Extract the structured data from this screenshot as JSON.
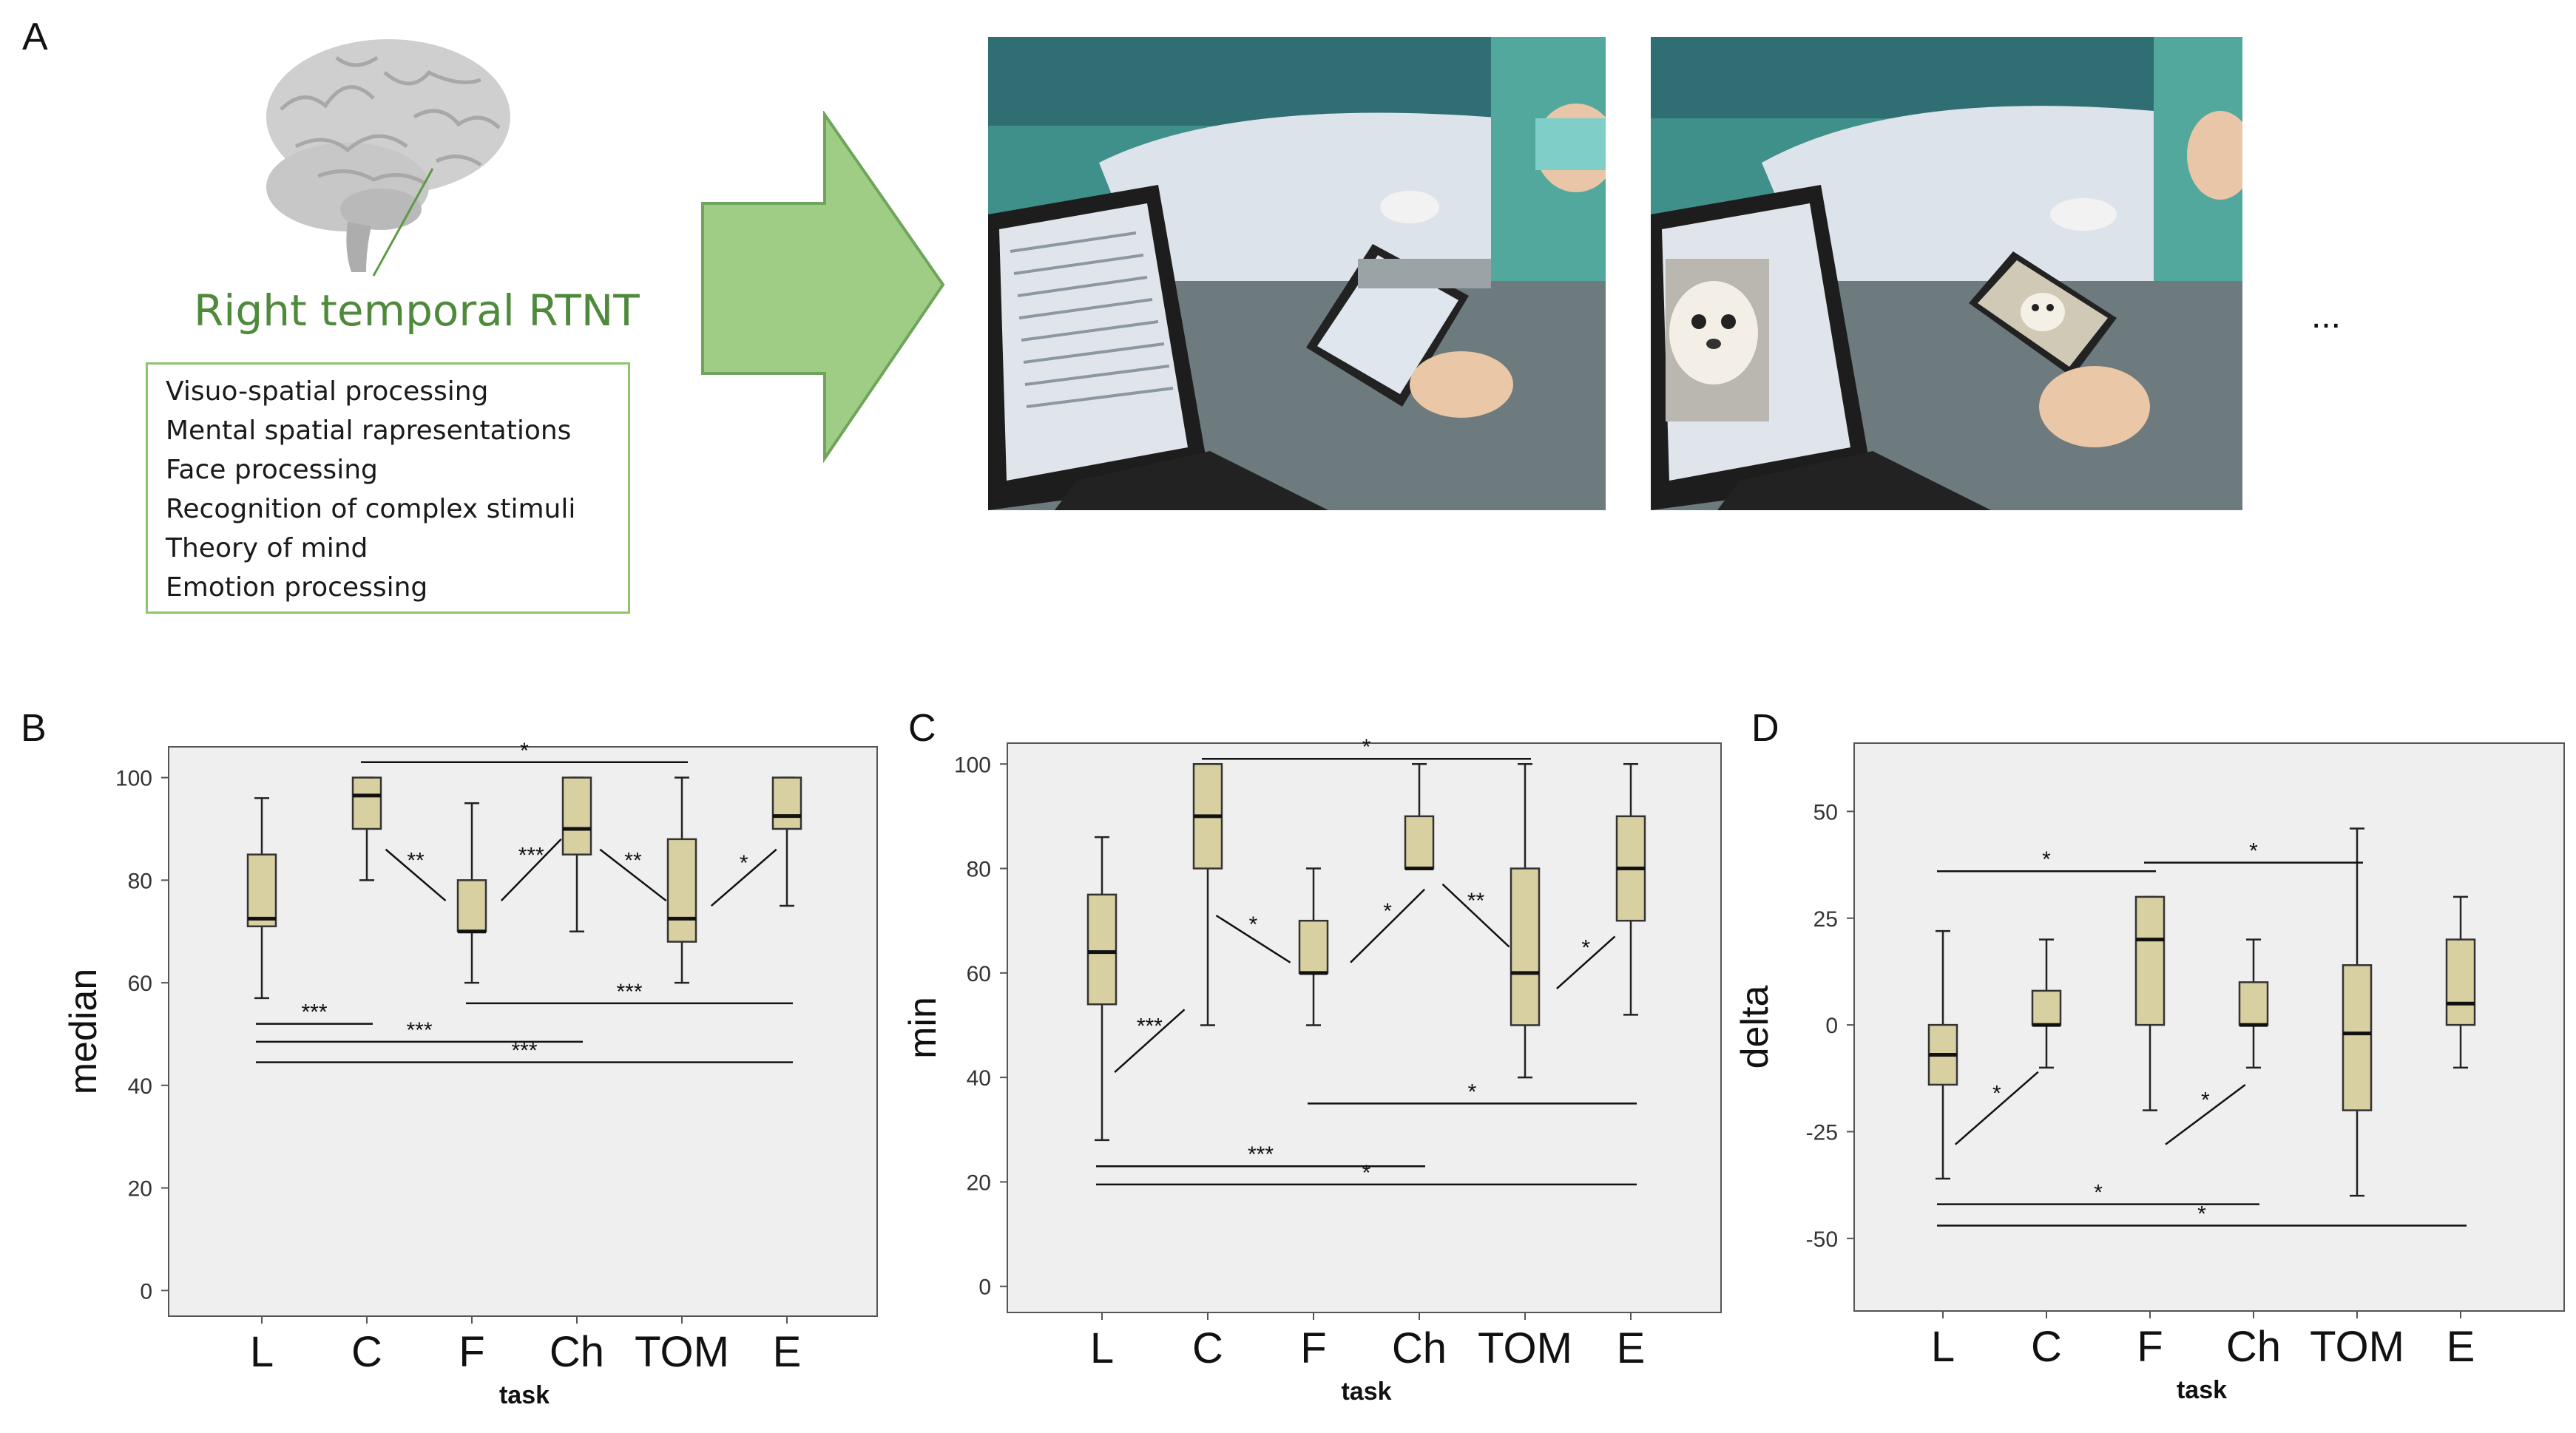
{
  "panels": {
    "a": "A",
    "b": "B",
    "c": "C",
    "d": "D"
  },
  "rtnt": {
    "title": "Right temporal RTNT",
    "functions": [
      "Visuo-spatial processing",
      "Mental spatial rapresentations",
      "Face processing",
      "Recognition of complex stimuli",
      "Theory of mind",
      "Emotion processing"
    ]
  },
  "ellipsis": "...",
  "colors": {
    "box_fill": "#d9d0a2",
    "plot_bg": "#efefef",
    "arrow": "#9fcd86",
    "title_green": "#4f8a3c"
  },
  "chart_data": [
    {
      "type": "boxplot",
      "ylabel": "median",
      "xlabel": "task",
      "categories": [
        "L",
        "C",
        "F",
        "Ch",
        "TOM",
        "E"
      ],
      "ylim": [
        -5,
        106
      ],
      "yticks": [
        0,
        20,
        40,
        60,
        80,
        100
      ],
      "boxes": [
        {
          "min": 57,
          "q1": 71,
          "median": 72.5,
          "q3": 85,
          "max": 96
        },
        {
          "min": 80,
          "q1": 90,
          "median": 96.5,
          "q3": 100,
          "max": 100
        },
        {
          "min": 60,
          "q1": 70,
          "median": 70,
          "q3": 80,
          "max": 95
        },
        {
          "min": 70,
          "q1": 85,
          "median": 90,
          "q3": 100,
          "max": 100
        },
        {
          "min": 60,
          "q1": 68,
          "median": 72.5,
          "q3": 88,
          "max": 100
        },
        {
          "min": 75,
          "q1": 90,
          "median": 92.5,
          "q3": 100,
          "max": 100
        }
      ],
      "brackets": [
        {
          "from": 1,
          "to": 4,
          "y": 103,
          "label": "*"
        },
        {
          "from": 0,
          "to": 1,
          "y": 52,
          "label": "***"
        },
        {
          "from": 0,
          "to": 3,
          "y": 48.5,
          "label": "***"
        },
        {
          "from": 0,
          "to": 5,
          "y": 44.5,
          "label": "***"
        },
        {
          "from": 2,
          "to": 5,
          "y": 56,
          "label": "***"
        }
      ],
      "slashes": [
        {
          "x1": 1.18,
          "y1": 86,
          "x2": 1.75,
          "y2": 76,
          "label": "**"
        },
        {
          "x1": 2.28,
          "y1": 76,
          "x2": 2.85,
          "y2": 88,
          "label": "***"
        },
        {
          "x1": 3.22,
          "y1": 86,
          "x2": 3.85,
          "y2": 76,
          "label": "**"
        },
        {
          "x1": 4.28,
          "y1": 75,
          "x2": 4.9,
          "y2": 86,
          "label": "*"
        }
      ]
    },
    {
      "type": "boxplot",
      "ylabel": "min",
      "xlabel": "task",
      "categories": [
        "L",
        "C",
        "F",
        "Ch",
        "TOM",
        "E"
      ],
      "ylim": [
        -5,
        104
      ],
      "yticks": [
        0,
        20,
        40,
        60,
        80,
        100
      ],
      "boxes": [
        {
          "min": 28,
          "q1": 54,
          "median": 64,
          "q3": 75,
          "max": 86
        },
        {
          "min": 50,
          "q1": 80,
          "median": 90,
          "q3": 100,
          "max": 100
        },
        {
          "min": 50,
          "q1": 60,
          "median": 60,
          "q3": 70,
          "max": 80
        },
        {
          "min": 80,
          "q1": 80,
          "median": 80,
          "q3": 90,
          "max": 100
        },
        {
          "min": 40,
          "q1": 50,
          "median": 60,
          "q3": 80,
          "max": 100
        },
        {
          "min": 52,
          "q1": 70,
          "median": 80,
          "q3": 90,
          "max": 100
        }
      ],
      "brackets": [
        {
          "from": 1,
          "to": 4,
          "y": 101,
          "label": "*"
        },
        {
          "from": 2,
          "to": 5,
          "y": 35,
          "label": "*"
        },
        {
          "from": 0,
          "to": 3,
          "y": 23,
          "label": "***"
        },
        {
          "from": 0,
          "to": 5,
          "y": 19.5,
          "label": "*"
        }
      ],
      "slashes": [
        {
          "x1": 0.12,
          "y1": 41,
          "x2": 0.78,
          "y2": 53,
          "label": "***"
        },
        {
          "x1": 1.08,
          "y1": 71,
          "x2": 1.78,
          "y2": 62,
          "label": "*"
        },
        {
          "x1": 2.35,
          "y1": 62,
          "x2": 3.05,
          "y2": 76,
          "label": "*"
        },
        {
          "x1": 3.22,
          "y1": 77,
          "x2": 3.85,
          "y2": 65,
          "label": "**"
        },
        {
          "x1": 4.3,
          "y1": 57,
          "x2": 4.85,
          "y2": 67,
          "label": "*"
        }
      ]
    },
    {
      "type": "boxplot",
      "ylabel": "delta",
      "xlabel": "task",
      "categories": [
        "L",
        "C",
        "F",
        "Ch",
        "TOM",
        "E"
      ],
      "ylim": [
        -67,
        66
      ],
      "yticks": [
        50,
        25,
        0,
        -25,
        -50
      ],
      "boxes": [
        {
          "min": -36,
          "q1": -14,
          "median": -7,
          "q3": 0,
          "max": 22
        },
        {
          "min": -10,
          "q1": 0,
          "median": 0,
          "q3": 8,
          "max": 20
        },
        {
          "min": -20,
          "q1": 0,
          "median": 20,
          "q3": 30,
          "max": 30
        },
        {
          "min": -10,
          "q1": 0,
          "median": 0,
          "q3": 10,
          "max": 20
        },
        {
          "min": -40,
          "q1": -20,
          "median": -2,
          "q3": 14,
          "max": 46
        },
        {
          "min": -10,
          "q1": 0,
          "median": 5,
          "q3": 20,
          "max": 30
        }
      ],
      "brackets": [
        {
          "from": 0,
          "to": 2,
          "y": 36,
          "label": "*"
        },
        {
          "from": 2,
          "to": 4,
          "y": 38,
          "label": "*"
        },
        {
          "from": 0,
          "to": 3,
          "y": -42,
          "label": "*"
        },
        {
          "from": 0,
          "to": 5,
          "y": -47,
          "label": "*"
        }
      ],
      "slashes": [
        {
          "x1": 0.12,
          "y1": -28,
          "x2": 0.92,
          "y2": -11,
          "label": "*"
        },
        {
          "x1": 2.15,
          "y1": -28,
          "x2": 2.92,
          "y2": -14,
          "label": "*"
        }
      ]
    }
  ]
}
